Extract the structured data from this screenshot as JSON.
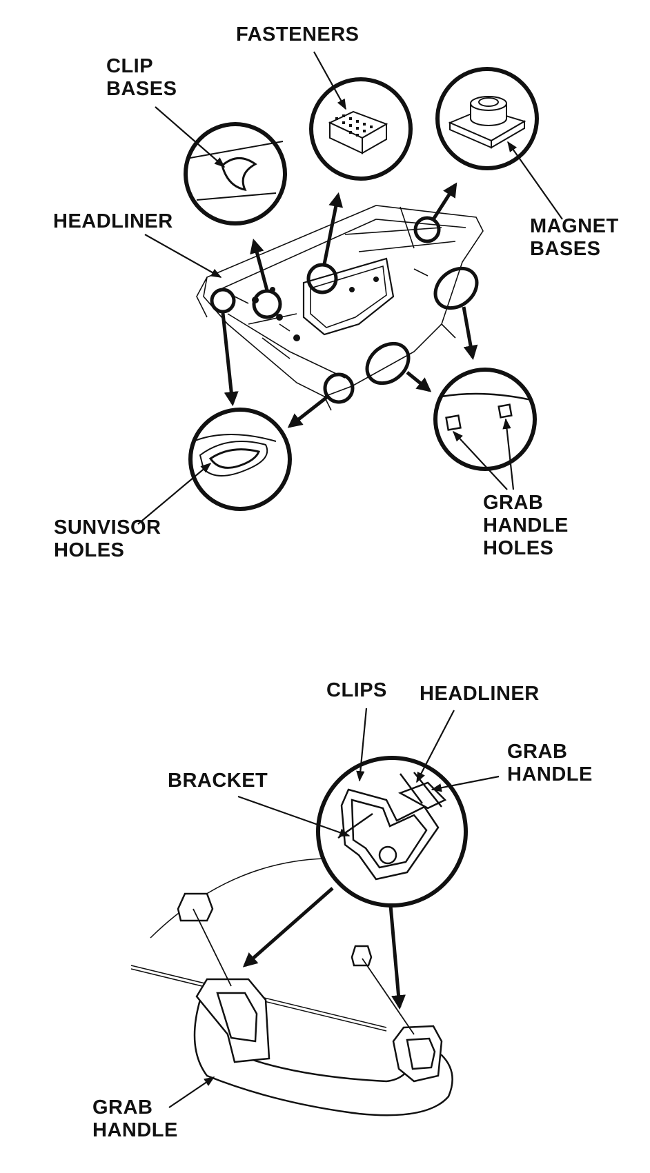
{
  "colors": {
    "ink": "#111111",
    "background": "#ffffff"
  },
  "top_diagram": {
    "labels": {
      "fasteners": "FASTENERS",
      "clip_bases": [
        "CLIP",
        "BASES"
      ],
      "headliner": "HEADLINER",
      "magnet_bases": [
        "MAGNET",
        "BASES"
      ],
      "sunvisor_holes": [
        "SUNVISOR",
        "HOLES"
      ],
      "grab_handle_holes": [
        "GRAB",
        "HANDLE",
        "HOLES"
      ]
    }
  },
  "bottom_diagram": {
    "labels": {
      "clips": "CLIPS",
      "headliner": "HEADLINER",
      "grab_handle_top": [
        "GRAB",
        "HANDLE"
      ],
      "bracket": "BRACKET",
      "grab_handle_bottom": [
        "GRAB",
        "HANDLE"
      ]
    }
  }
}
